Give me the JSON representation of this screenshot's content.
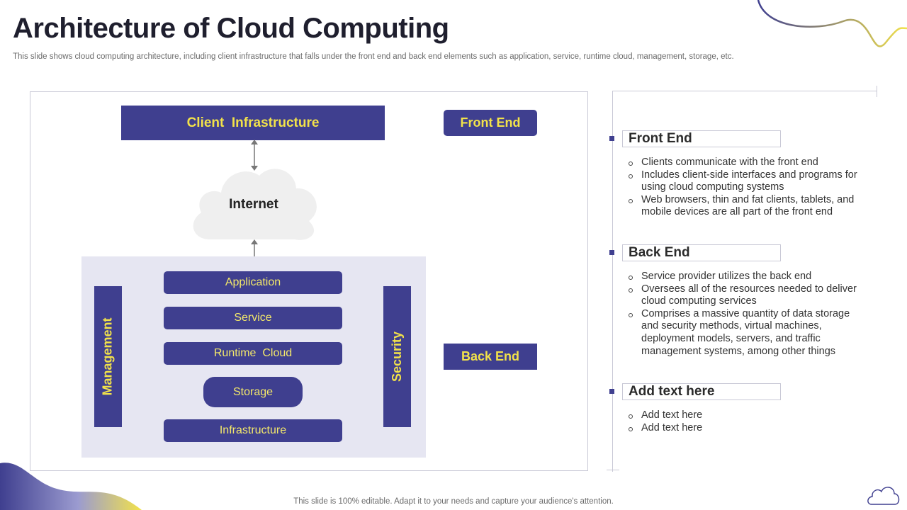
{
  "page": {
    "title": "Architecture of Cloud Computing",
    "subtitle": "This slide shows cloud computing architecture, including client infrastructure that falls under the front end and back end elements such as application, service, runtime cloud, management, storage, etc.",
    "footer": "This slide is 100% editable. Adapt it to your needs and capture your audience's attention."
  },
  "colors": {
    "primary": "#3f3f8f",
    "accent": "#f2e24a",
    "panel": "#e6e6f2",
    "cloud": "#efefef"
  },
  "diagram": {
    "client_infrastructure": "Client  Infrastructure",
    "internet": "Internet",
    "front_end_tag": "Front End",
    "back_end_tag": "Back End",
    "management": "Management",
    "security": "Security",
    "layers": [
      "Application",
      "Service",
      "Runtime  Cloud",
      "Storage",
      "Infrastructure"
    ]
  },
  "sections": [
    {
      "heading": "Front End",
      "bullets": [
        "Clients communicate with the front end",
        "Includes client-side interfaces and programs for using cloud computing systems",
        "Web browsers, thin and fat clients, tablets, and mobile devices are all part of the front end"
      ]
    },
    {
      "heading": "Back End",
      "bullets": [
        "Service provider utilizes the back end",
        "Oversees all of the resources needed to deliver cloud computing services",
        "Comprises a massive quantity of data storage and security methods, virtual machines, deployment models, servers, and traffic management systems, among other things"
      ]
    },
    {
      "heading": "Add text here",
      "bullets": [
        "Add text here",
        "Add text here"
      ]
    }
  ]
}
